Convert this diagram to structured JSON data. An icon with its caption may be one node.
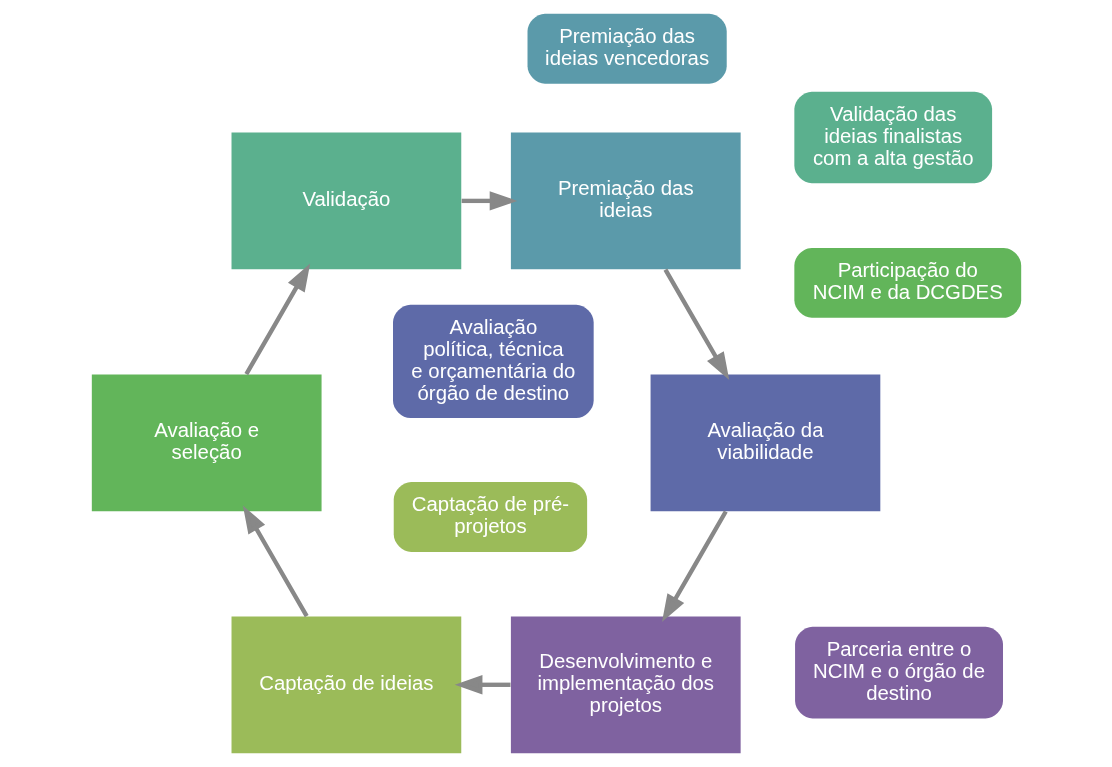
{
  "diagram": {
    "nodes": [
      {
        "text": [
          "Parceria entre o NCIM e o órgão de destino"
        ]
      },
      {
        "text": [
          "Captação de pré-projetos"
        ]
      },
      {
        "text": [
          "Desenvolvimento e implementação dos projetos"
        ]
      },
      {
        "text": [
          "Captação de ideias"
        ]
      },
      {
        "text": [
          "Avaliação da viabilidade"
        ]
      },
      {
        "text": [
          "Avaliação e seleção"
        ]
      },
      {
        "text": [
          "Participação do NCIM e da DCGDES"
        ]
      },
      {
        "text": [
          "Avaliação política, técnica e orçamentária do órgão de destino"
        ]
      },
      {
        "text": [
          "Premiação das ideias"
        ]
      },
      {
        "text": [
          "Validação"
        ]
      },
      {
        "text": [
          "Premiação das ideias vencedoras"
        ]
      },
      {
        "text": [
          "Validação das ideias finalistas com a alta gestão"
        ]
      }
    ],
    "edges": [
      {
        "from": 3,
        "to": 5,
        "arrow": "to"
      },
      {
        "from": 5,
        "to": 9,
        "arrow": "to"
      },
      {
        "from": 9,
        "to": 8,
        "arrow": "to"
      },
      {
        "from": 8,
        "to": 4,
        "arrow": "to"
      },
      {
        "from": 4,
        "to": 2,
        "arrow": "to"
      },
      {
        "from": 2,
        "to": 3,
        "arrow": "to"
      }
    ]
  }
}
